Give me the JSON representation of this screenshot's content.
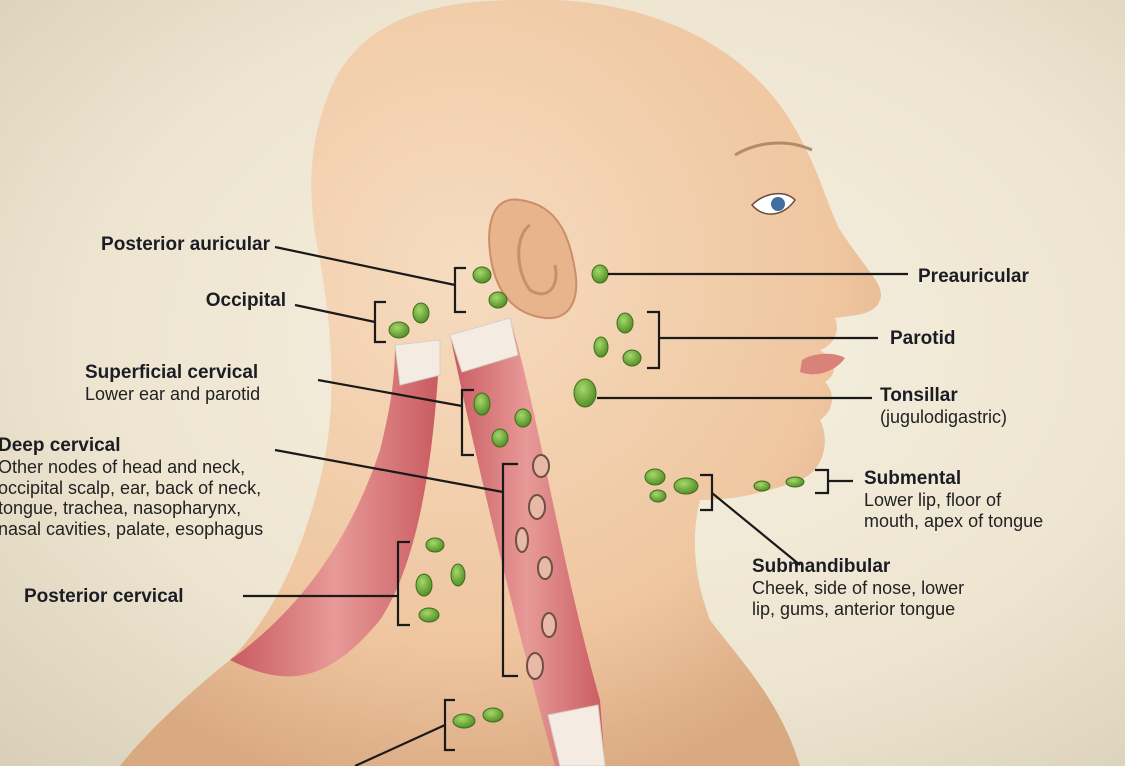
{
  "labels": {
    "posterior_auricular": {
      "title": "Posterior auricular"
    },
    "occipital": {
      "title": "Occipital"
    },
    "superficial_cervical": {
      "title": "Superficial cervical",
      "desc": [
        "Lower ear and parotid"
      ]
    },
    "deep_cervical": {
      "title": "Deep cervical",
      "desc": [
        "Other nodes of head and neck,",
        "occipital scalp, ear, back of neck,",
        "tongue, trachea, nasopharynx,",
        "nasal cavities, palate, esophagus"
      ]
    },
    "posterior_cervical": {
      "title": "Posterior cervical"
    },
    "preauricular": {
      "title": "Preauricular"
    },
    "parotid": {
      "title": "Parotid"
    },
    "tonsillar": {
      "title": "Tonsillar",
      "desc": [
        "(jugulodigastric)"
      ]
    },
    "submental": {
      "title": "Submental",
      "desc": [
        "Lower lip, floor of",
        "mouth, apex of tongue"
      ]
    },
    "submandibular": {
      "title": "Submandibular",
      "desc": [
        "Cheek, side of nose, lower",
        "lip, gums, anterior tongue"
      ]
    }
  },
  "colors": {
    "skin": "#f0c9a4",
    "muscle": "#d97b7b",
    "node": "#6aa532",
    "line": "#1a1a1a"
  }
}
